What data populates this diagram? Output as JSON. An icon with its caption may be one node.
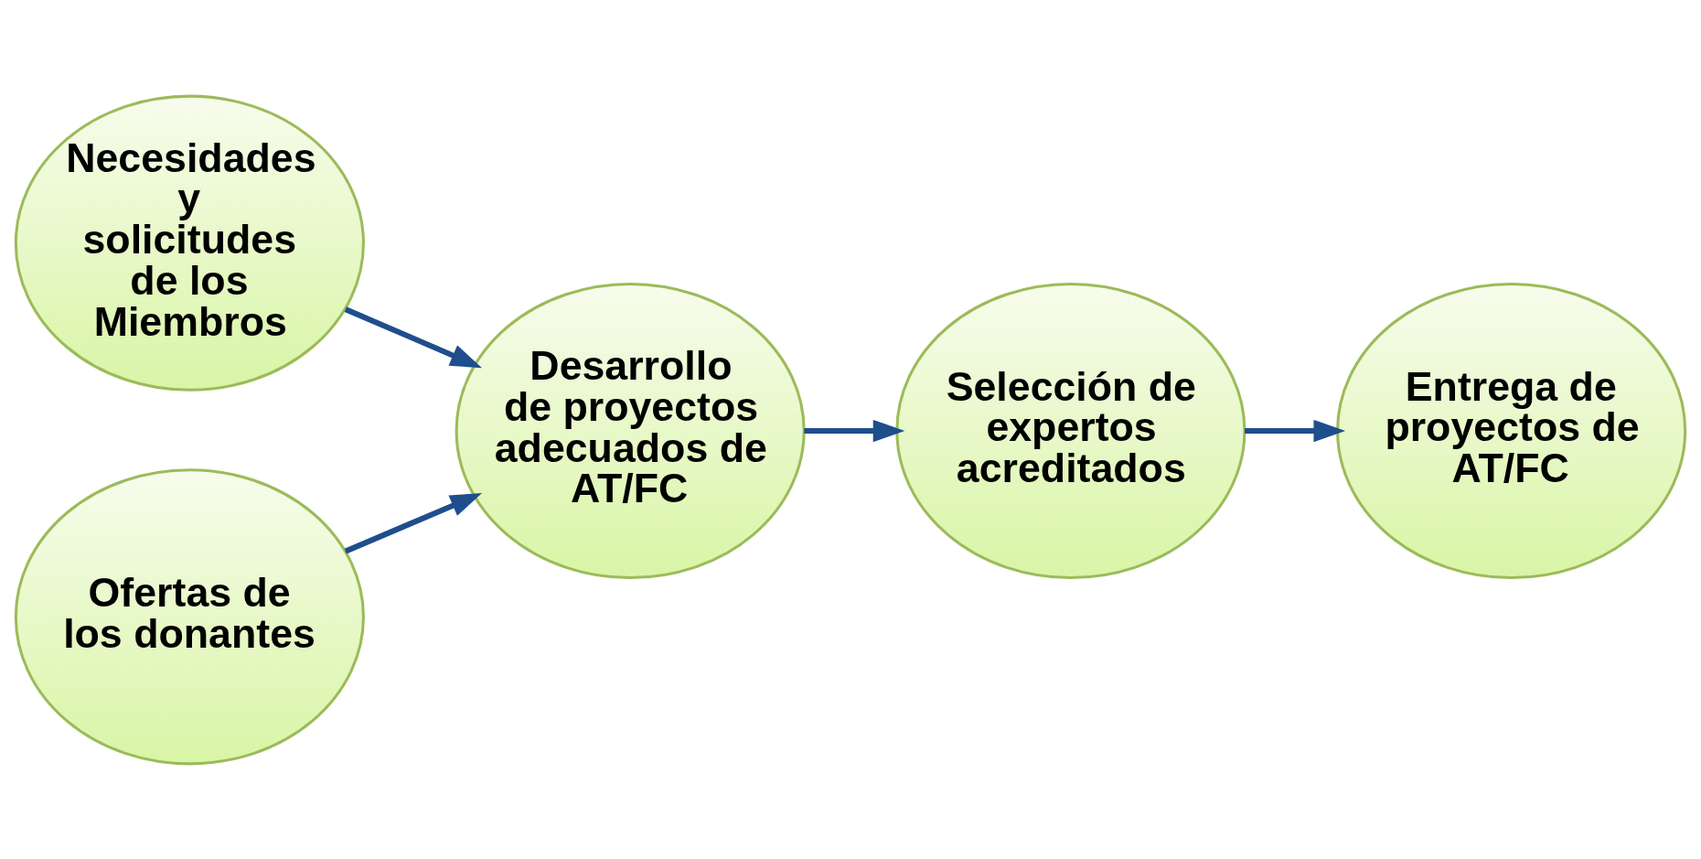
{
  "diagram": {
    "nodes": [
      {
        "text": [
          "Necesidades y solicitudes de los Miembros"
        ]
      },
      {
        "text": [
          "Ofertas de los donantes"
        ]
      },
      {
        "text": [
          "Desarrollo de proyectos adecuados de AT/FC"
        ]
      },
      {
        "text": [
          "Selección de expertos acreditados"
        ]
      },
      {
        "text": [
          "Entrega de proyectos de AT/FC"
        ]
      }
    ],
    "edges": [
      {
        "from": 0,
        "to": 2,
        "arrow": "to"
      },
      {
        "from": 1,
        "to": 2,
        "arrow": "to"
      },
      {
        "from": 2,
        "to": 3,
        "arrow": "to"
      },
      {
        "from": 3,
        "to": 4,
        "arrow": "to"
      }
    ]
  }
}
